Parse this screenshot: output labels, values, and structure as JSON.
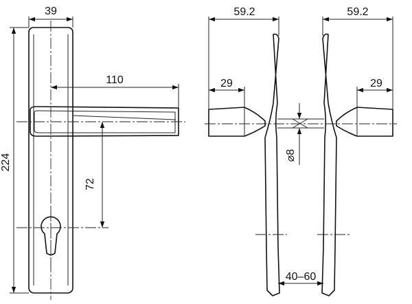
{
  "drawing": {
    "dimensions": {
      "plate_width": "39",
      "handle_length": "110",
      "plate_height": "224",
      "center_distance": "72",
      "rose_projection_left": "59.2",
      "rose_projection_right": "59.2",
      "neck_left": "29",
      "neck_right": "29",
      "spindle": "⌀8",
      "door_thickness": "40–60"
    }
  }
}
